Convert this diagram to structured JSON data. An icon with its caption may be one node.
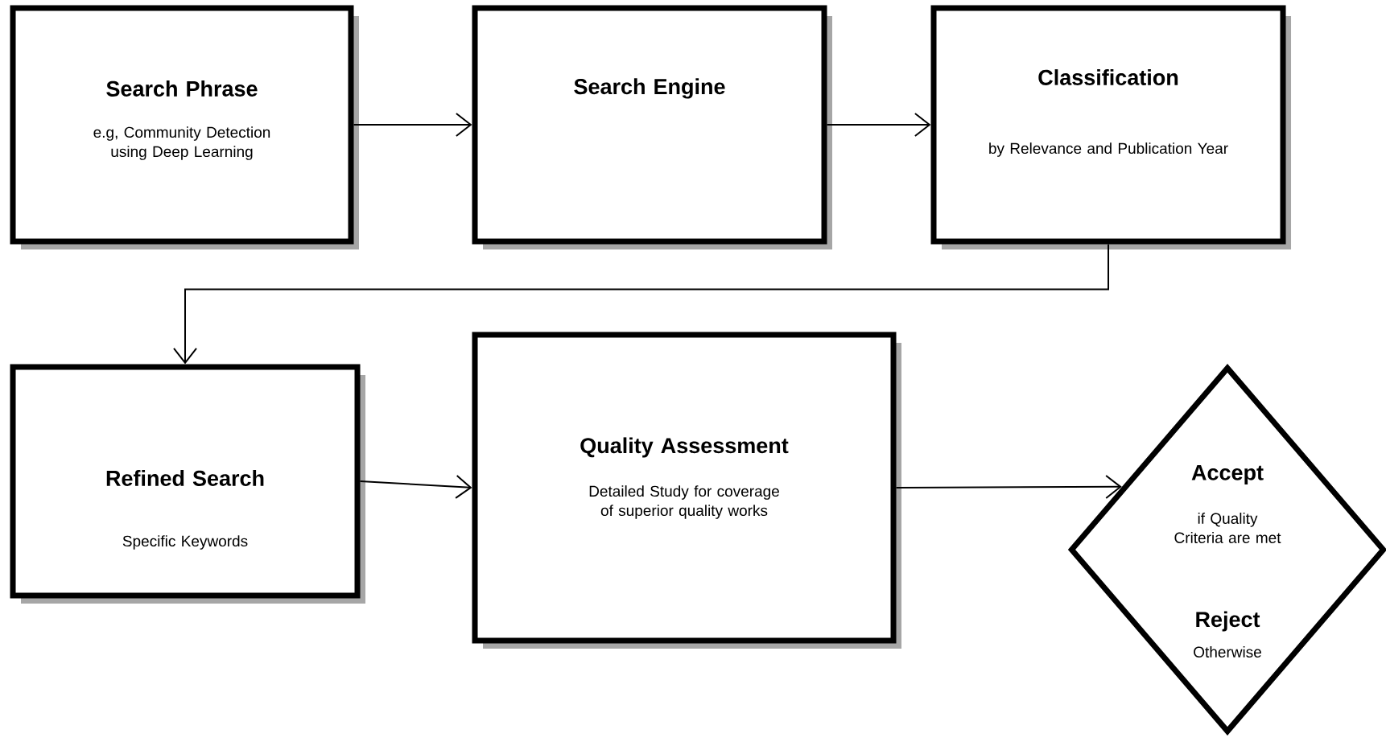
{
  "diagram": {
    "nodes": [
      {
        "text": [
          "Search Phrase",
          "e.g, Community Detection using Deep Learning"
        ]
      },
      {
        "text": [
          "Search Engine"
        ]
      },
      {
        "text": [
          "Classification",
          "by Relevance and Publication Year"
        ]
      },
      {
        "text": [
          "Refined Search",
          "Specific Keywords"
        ]
      },
      {
        "text": [
          "Quality Assessment",
          "Detailed Study for coverage of superior quality works"
        ]
      },
      {
        "text": [
          "Accept",
          "if Quality Criteria are met",
          "Reject",
          "Otherwise"
        ]
      }
    ],
    "edges": [
      {
        "from": 0,
        "to": 1,
        "arrow": "to"
      },
      {
        "from": 1,
        "to": 2,
        "arrow": "to"
      },
      {
        "from": 2,
        "to": 3,
        "arrow": "to"
      },
      {
        "from": 3,
        "to": 4,
        "arrow": "to"
      },
      {
        "from": 4,
        "to": 5,
        "arrow": "to"
      }
    ]
  }
}
